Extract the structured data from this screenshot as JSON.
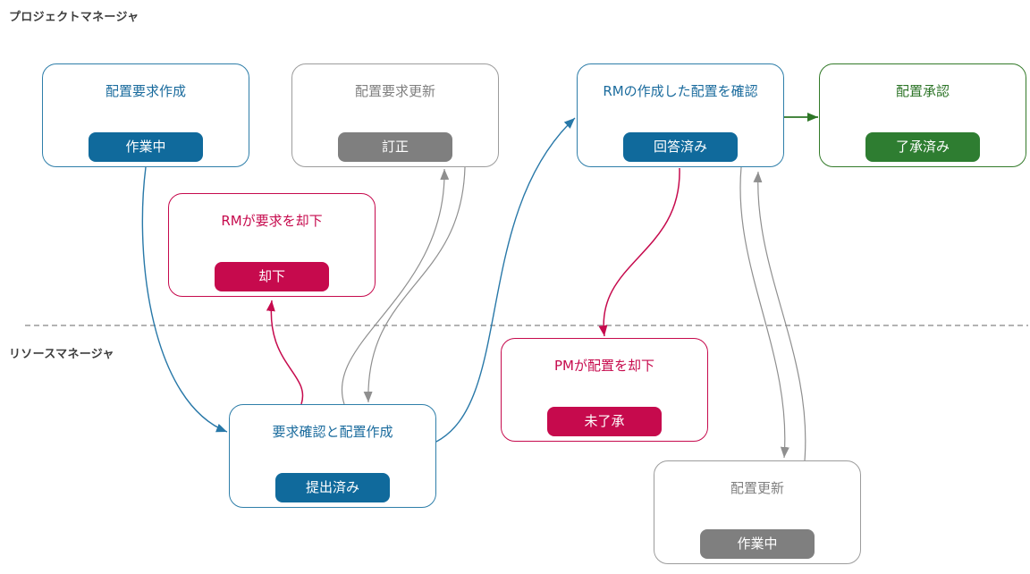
{
  "lanes": {
    "top": {
      "label": "プロジェクトマネージャ"
    },
    "bottom": {
      "label": "リソースマネージャ"
    }
  },
  "nodes": [
    {
      "id": "create-request",
      "title": "配置要求作成",
      "badge": "作業中",
      "color": "blue"
    },
    {
      "id": "update-request",
      "title": "配置要求更新",
      "badge": "訂正",
      "color": "gray"
    },
    {
      "id": "confirm-allocation",
      "title": "RMの作成した配置を確認",
      "badge": "回答済み",
      "color": "blue"
    },
    {
      "id": "approve-allocation",
      "title": "配置承認",
      "badge": "了承済み",
      "color": "green"
    },
    {
      "id": "rm-reject",
      "title": "RMが要求を却下",
      "badge": "却下",
      "color": "crimson"
    },
    {
      "id": "pm-reject",
      "title": "PMが配置を却下",
      "badge": "未了承",
      "color": "crimson"
    },
    {
      "id": "review-create",
      "title": "要求確認と配置作成",
      "badge": "提出済み",
      "color": "blue"
    },
    {
      "id": "update-allocation",
      "title": "配置更新",
      "badge": "作業中",
      "color": "gray"
    }
  ],
  "edges": [
    {
      "from": "create-request",
      "to": "review-create",
      "color": "blue"
    },
    {
      "from": "review-create",
      "to": "rm-reject",
      "color": "crimson"
    },
    {
      "from": "review-create",
      "to": "update-request",
      "color": "gray"
    },
    {
      "from": "update-request",
      "to": "review-create",
      "color": "gray"
    },
    {
      "from": "review-create",
      "to": "confirm-allocation",
      "color": "blue"
    },
    {
      "from": "confirm-allocation",
      "to": "approve-allocation",
      "color": "green"
    },
    {
      "from": "confirm-allocation",
      "to": "pm-reject",
      "color": "crimson"
    },
    {
      "from": "confirm-allocation",
      "to": "update-allocation",
      "color": "gray"
    },
    {
      "from": "update-allocation",
      "to": "confirm-allocation",
      "color": "gray"
    }
  ],
  "palette": {
    "blue": "#106a9c",
    "blue_border": "#2e7ea9",
    "gray": "#7f7f7f",
    "gray_border": "#9c9c9c",
    "crimson": "#c60a4d",
    "green": "#2e7d31",
    "green_border": "#337a29",
    "lane_label_text": "#3d3d3d",
    "divider": "#9a9a9a"
  }
}
